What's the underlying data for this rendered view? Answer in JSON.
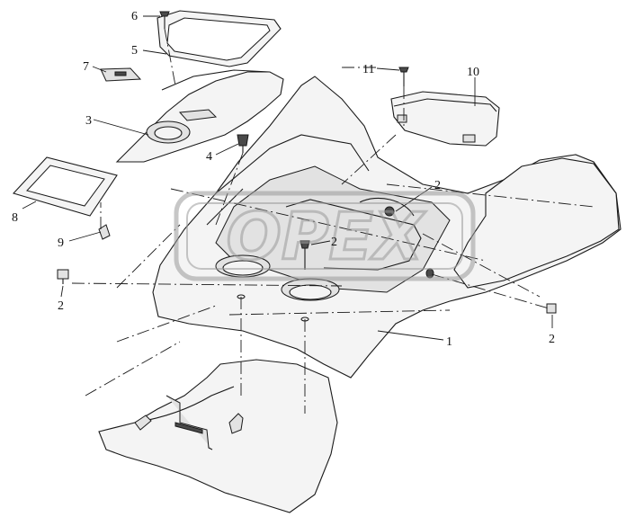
{
  "diagram": {
    "callouts": {
      "c1": "1",
      "c2a": "2",
      "c2b": "2",
      "c2c": "2",
      "c2d": "2",
      "c3": "3",
      "c4": "4",
      "c5": "5",
      "c6": "6",
      "c7": "7",
      "c8": "8",
      "c9": "9",
      "c10": "10",
      "c11": "11"
    },
    "watermark": {
      "text": "OPEX"
    }
  },
  "colors": {
    "line": "#1a1a1a",
    "fill_light": "#f2f2f2",
    "fill_mid": "#dcdcdc",
    "fill_dark": "#555555",
    "watermark": "#9a9a9a"
  }
}
